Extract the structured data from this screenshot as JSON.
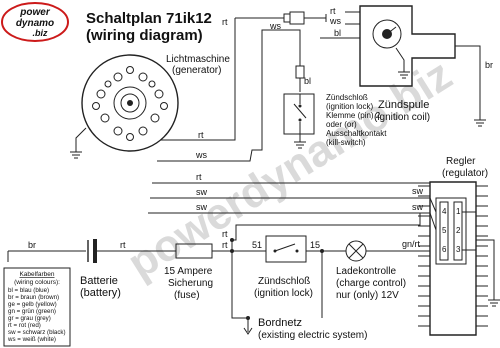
{
  "logo": {
    "line1": "power",
    "line2": "dynamo",
    "line3": ".biz"
  },
  "title": {
    "line1": "Schaltplan 71ik12",
    "line2": "(wiring diagram)"
  },
  "watermark": "powerdynamo.biz",
  "components": {
    "generator": {
      "de": "Lichtmaschine",
      "en": "(generator)"
    },
    "ignition_coil": {
      "de": "Zündspule",
      "en": "(ignition coil)"
    },
    "ignition_lock_note": [
      "Zündschloß",
      "(ignition lock)",
      "Klemme (pin) 2",
      "oder (or)",
      "Ausschaltkontakt",
      "(kill-switch)"
    ],
    "regulator": {
      "de": "Regler",
      "en": "(regulator)"
    },
    "battery": {
      "de": "Batterie",
      "en": "(battery)"
    },
    "fuse": {
      "de": "15 Ampere",
      "de2": "Sicherung",
      "en": "(fuse)"
    },
    "ignition_switch": {
      "de": "Zündschloß",
      "en": "(ignition lock)"
    },
    "charge_lamp": {
      "de": "Ladekontrolle",
      "en": "(charge control)",
      "note": "nur (only) 12V"
    },
    "mains": {
      "de": "Bordnetz",
      "en": "(existing electric system)"
    }
  },
  "wire_labels": {
    "rt": "rt",
    "ws": "ws",
    "bl": "bl",
    "br": "br",
    "sw": "sw",
    "gnrt": "gn/rt",
    "t51": "51",
    "t15": "15",
    "reg_pins": [
      "4",
      "5",
      "6",
      "1",
      "2",
      "3"
    ]
  },
  "legend": {
    "title": "Kabelfarben",
    "subtitle": "(wiring colours):",
    "items": [
      "bl = blau (blue)",
      "br = braun (brown)",
      "ge = gelb (yellow)",
      "gn = grün (green)",
      "gr = grau (grey)",
      "rt = rot (red)",
      "sw = schwarz (black)",
      "ws = weiß (white)"
    ]
  },
  "colors": {
    "logo_red": "#cc1a1a",
    "line": "#222222",
    "watermark": "#bdbdbd"
  }
}
